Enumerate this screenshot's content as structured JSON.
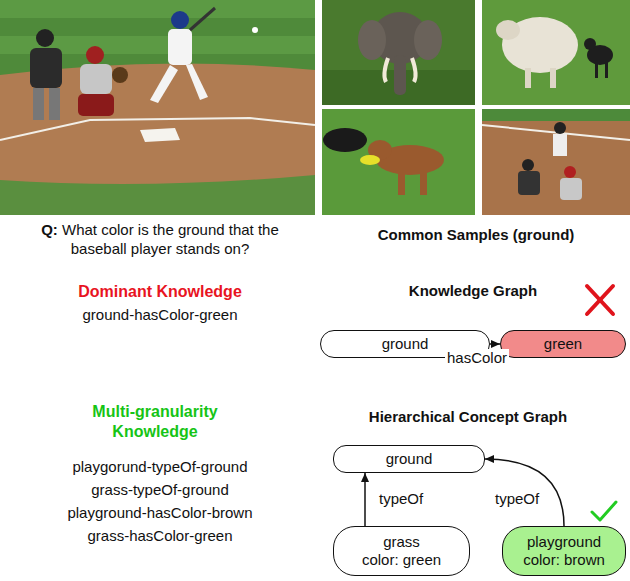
{
  "diagram": {
    "nodes": [
      {
        "text": [
          "ground"
        ]
      },
      {
        "text": [
          "green"
        ]
      },
      {
        "text": [
          "ground"
        ]
      },
      {
        "text": [
          "grass",
          "color: green"
        ]
      },
      {
        "text": [
          "playground",
          "color: brown"
        ]
      }
    ],
    "edges": [
      {
        "from": 0,
        "to": 1,
        "label": "hasColor",
        "arrow": "to"
      },
      {
        "from": 3,
        "to": 2,
        "label": "typeOf",
        "arrow": "to"
      },
      {
        "from": 4,
        "to": 2,
        "label": "typeOf",
        "arrow": "to"
      }
    ],
    "labels": [
      "Q:",
      "What color is the ground that the baseball player stands on?",
      "Common Samples (ground)",
      "Dominant Knowledge",
      "ground-hasColor-green",
      "Knowledge Graph",
      "Multi-granularity Knowledge",
      "playgorund-typeOf-ground",
      "grass-typeOf-ground",
      "playground-hasColor-brown",
      "grass-hasColor-green",
      "Hierarchical Concept Graph"
    ]
  }
}
